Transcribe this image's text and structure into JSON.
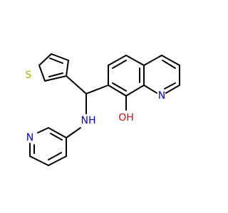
{
  "molecule": {
    "atoms": {
      "quinoline_n": {
        "symbol": "N",
        "color": "#0000ff"
      },
      "hydroxyl": {
        "symbol": "OH",
        "color": "#ff0000"
      },
      "amine": {
        "symbol": "NH",
        "color": "#0000ff"
      },
      "pyridine_n": {
        "symbol": "N",
        "color": "#0000ff"
      },
      "thiophene_s": {
        "symbol": "S",
        "color": "#b2b200"
      }
    }
  }
}
